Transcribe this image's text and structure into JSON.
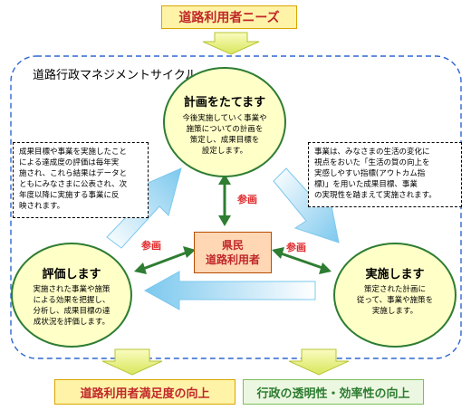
{
  "top": {
    "label": "道路利用者ニーズ"
  },
  "cycle": {
    "label": "道路行政マネジメントサイクル"
  },
  "plan": {
    "title": "計画をたてます",
    "lines": [
      "今後実施していく事業や",
      "施策についての計画を",
      "策定し、成果目標を",
      "設定します。"
    ]
  },
  "do": {
    "title": "実施します",
    "lines": [
      "策定された計画に",
      "従って、事業や施策を",
      "実施します。"
    ]
  },
  "check": {
    "title": "評価します",
    "lines": [
      "実施された事業や施策",
      "による効果を把握し、",
      "分析し、成果目標の達",
      "成状況を評価します。"
    ]
  },
  "center": {
    "line1": "県民",
    "line2": "道路利用者"
  },
  "participation": {
    "label1": "参画",
    "label2": "参画",
    "label3": "参画"
  },
  "note_left": {
    "lines": [
      "成果目標や事業を実施したこと",
      "による達成度の評価は毎年実",
      "施され、これら結果はデータと",
      "ともにみなさまに公表され、次",
      "年度以降に実施する事業に反",
      "映されます。"
    ]
  },
  "note_right": {
    "lines": [
      "事業は、みなさまの生活の変化に",
      "視点をおいた「生活の質の向上を",
      "実感しやすい指標(アウトカム指",
      "標)」を用いた成果目標、事業",
      "の実現性を踏まえて実施されます。"
    ]
  },
  "bottom": {
    "left_label": "道路利用者満足度の向上",
    "right_label": "行政の透明性・効率性の向上"
  },
  "colors": {
    "accent_green": "#2e7d32",
    "arrow_blue": "#8fd0f0",
    "arrow_yellow": "#e6ef7a"
  }
}
